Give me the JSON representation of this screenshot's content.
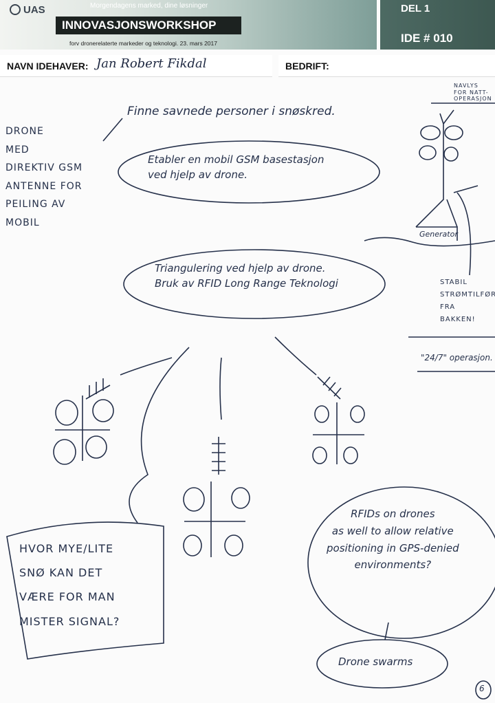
{
  "header": {
    "logo": "UAS",
    "tagline": "Morgendagens marked, dine løsninger",
    "title": "INNOVASJONSWORKSHOP",
    "subtitle": "forv dronerelaterte markeder og teknologi. 23. mars 2017",
    "del": "DEL 1",
    "ide": "IDE # 010"
  },
  "form": {
    "navn_label": "NAVN IDEHAVER:",
    "navn_value": "Jan Robert Fikdal",
    "bedrift_label": "BEDRIFT:"
  },
  "notes": {
    "headline": "Finne savnede personer i snøskred.",
    "left": "DRONE\nMED\nDIREKTIV GSM\nANTENNE FOR\nPEILING AV\nMOBIL",
    "bubble1": "Etabler en mobil GSM basestasjon\nved hjelp av drone.",
    "bubble2": "Triangulering ved hjelp av drone.\nBruk av RFID Long Range Teknologi",
    "navlys": "NAVLYS\nFOR NATT-\nOPERASJON",
    "generator": "Generator",
    "stabil": "STABIL\nSTRØMTILFØREL\nFRA\nBAKKEN!",
    "operasjon": "\"24/7\" operasjon.",
    "box": "HVOR MYE/LITE\nSNØ KAN DET\nVÆRE FOR MAN\nMISTER SIGNAL?",
    "bubble3": "RFIDs on drones\nas well to allow relative\npositioning in GPS-denied\nenvironments?",
    "bubble4": "Drone swarms",
    "page": "6"
  }
}
